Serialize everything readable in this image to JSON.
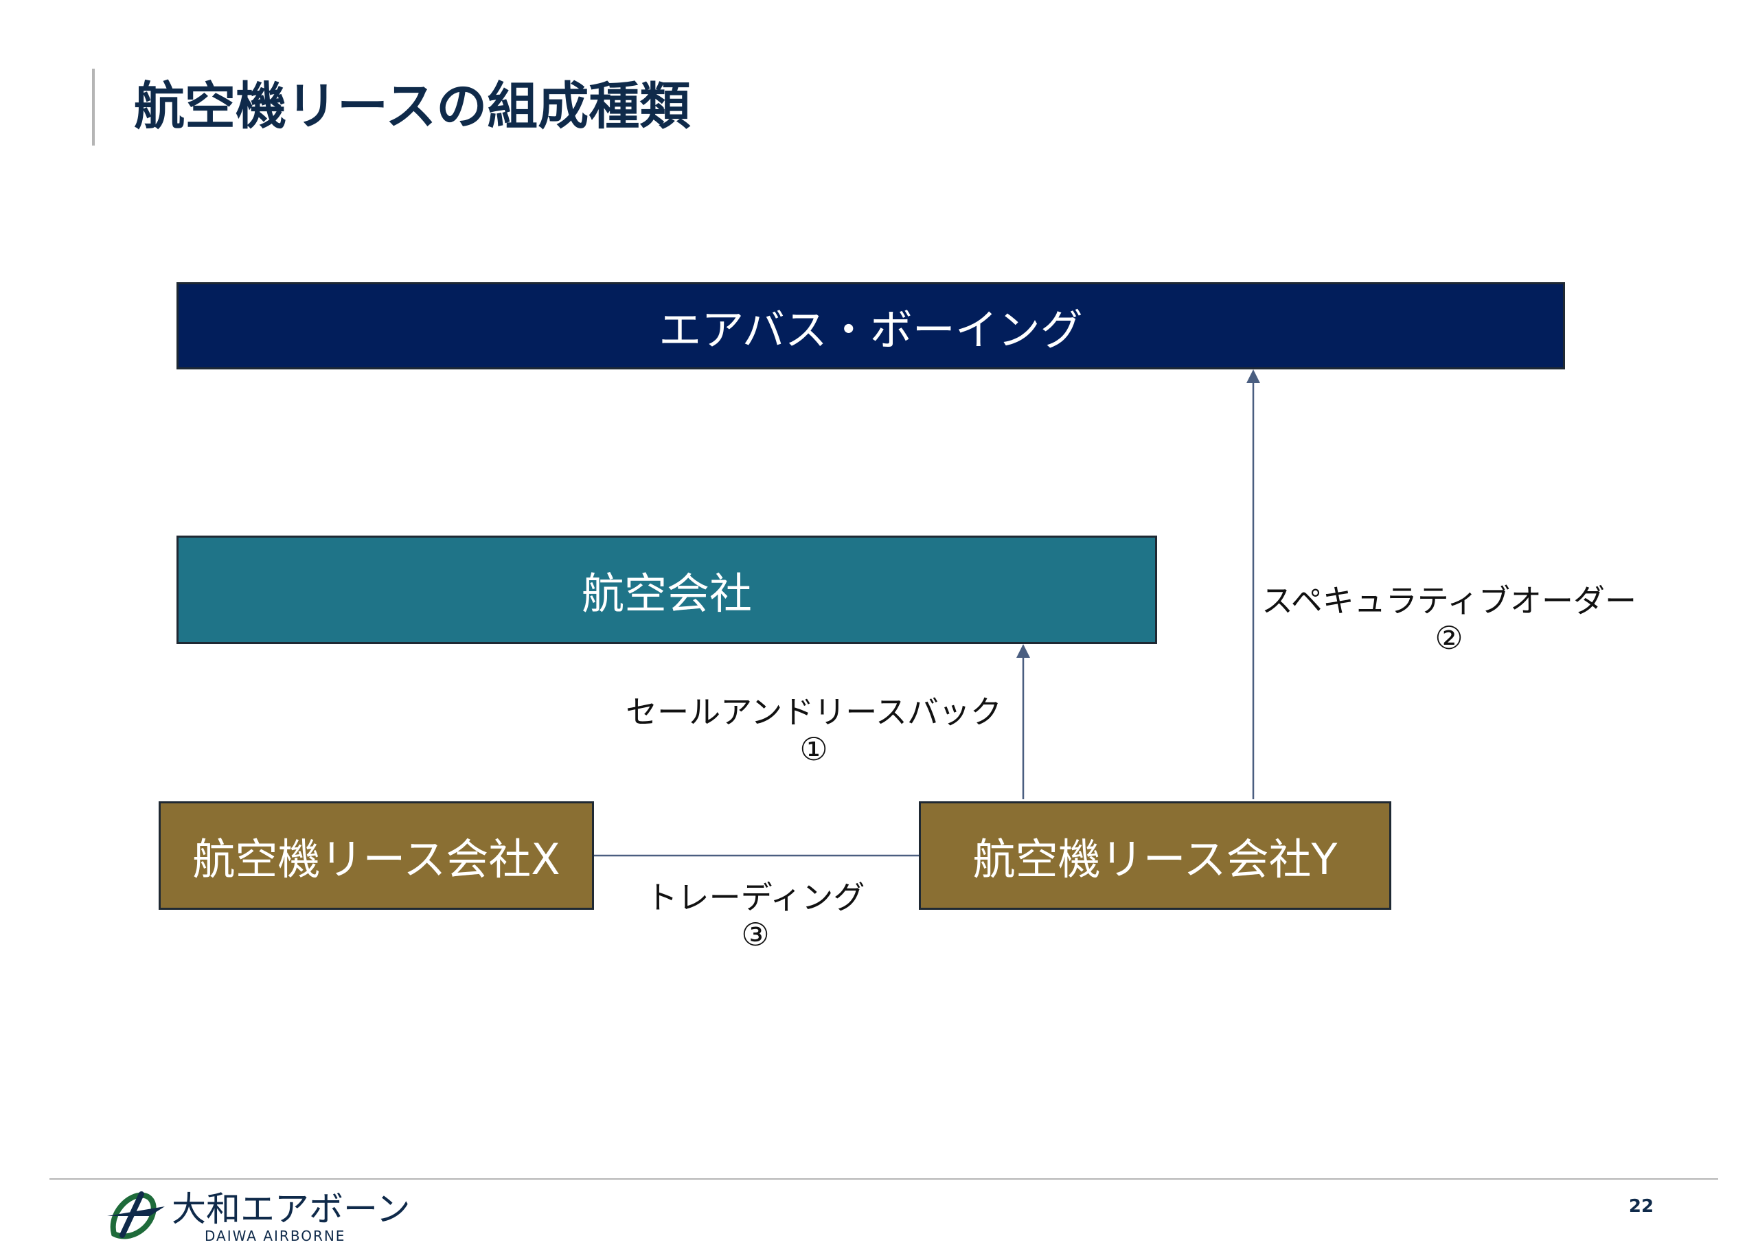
{
  "slide": {
    "title": "航空機リースの組成種類",
    "page_number": "22"
  },
  "boxes": {
    "maker": "エアバス・ボーイング",
    "airline": "航空会社",
    "lessor_x": "航空機リース会社X",
    "lessor_y": "航空機リース会社Y"
  },
  "labels": {
    "sale_leaseback": {
      "text": "セールアンドリースバック",
      "num": "①"
    },
    "speculative": {
      "text": "スペキュラティブオーダー",
      "num": "②"
    },
    "trading": {
      "text": "トレーディング",
      "num": "③"
    }
  },
  "logo": {
    "name_jp": "大和エアボーン",
    "name_en": "DAIWA AIRBORNE"
  },
  "colors": {
    "maker_fill": "#021e5b",
    "airline_fill": "#1f7488",
    "lessor_fill": "#8a6f33",
    "arrow": "#4a5e80",
    "title": "#0f2a4a"
  }
}
